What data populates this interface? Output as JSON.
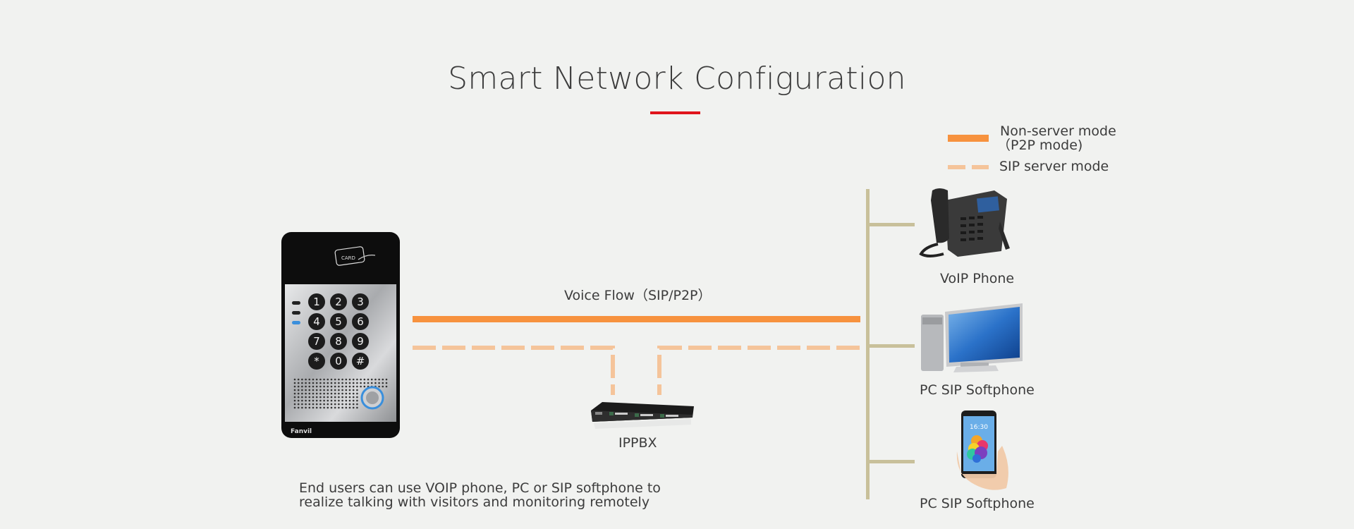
{
  "title": "Smart Network Configuration",
  "colors": {
    "background": "#f1f2f0",
    "accent_red": "#e0141c",
    "p2p_line": "#f7923e",
    "sip_line": "#f5c49a",
    "bus_line": "#c8c09a",
    "text": "#3c3c3c"
  },
  "legend": {
    "items": [
      {
        "style": "solid",
        "label_line1": "Non-server mode",
        "label_line2": "（P2P mode)"
      },
      {
        "style": "dashed",
        "label_line1": "SIP server mode"
      }
    ]
  },
  "voice_flow_label": "Voice Flow（SIP/P2P）",
  "nodes": {
    "door_phone": {
      "icon": "door-intercom-icon",
      "brand": "Fanvil",
      "card_label": "CARD",
      "keys": [
        "1",
        "2",
        "3",
        "4",
        "5",
        "6",
        "7",
        "8",
        "9",
        "*",
        "0",
        "#"
      ]
    },
    "ippbx": {
      "icon": "ippbx-server-icon",
      "label": "IPPBX"
    },
    "endpoints": [
      {
        "icon": "voip-desk-phone-icon",
        "label": "VoIP Phone"
      },
      {
        "icon": "desktop-computer-icon",
        "label": "PC SIP Softphone"
      },
      {
        "icon": "smartphone-icon",
        "label": "PC SIP Softphone",
        "screen_time": "16:30"
      }
    ]
  },
  "caption": {
    "line1": "End users can use VOIP phone, PC or SIP softphone to",
    "line2": "realize talking with visitors and monitoring remotely"
  }
}
